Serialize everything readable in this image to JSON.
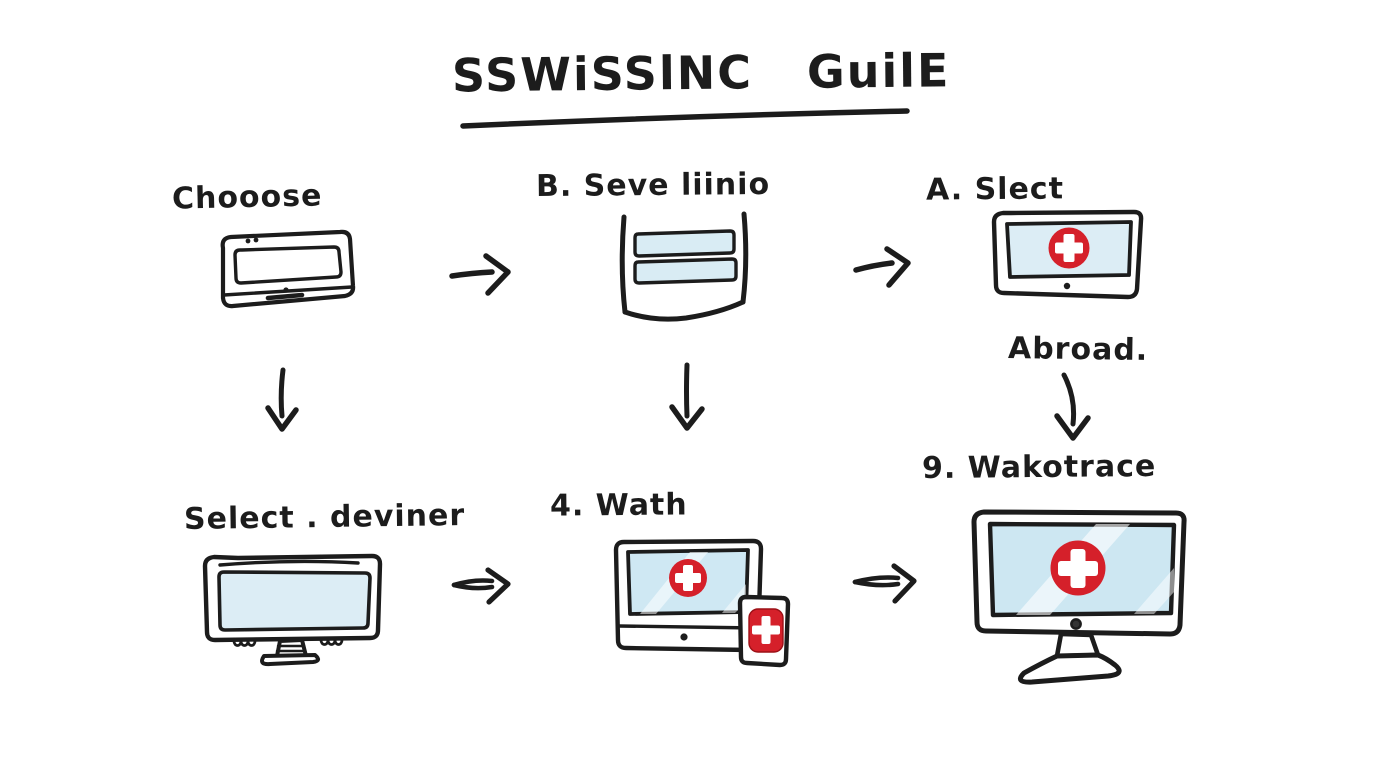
{
  "title": "SSWiSSlNC   GuilE",
  "steps": [
    {
      "label": "Chooose",
      "icon": "set-top-box-drawing"
    },
    {
      "label": "B. Seve liinio",
      "icon": "menu-list-drawing"
    },
    {
      "label": "A. Slect",
      "sublabel": "Abroad.",
      "icon": "tv-swiss-flag-drawing"
    },
    {
      "label": "Select . deviner",
      "icon": "desktop-monitor-drawing"
    },
    {
      "label": "4. Wath",
      "icon": "tv-with-device-swiss-flag-drawing"
    },
    {
      "label": "9. Wakotrace",
      "icon": "large-monitor-swiss-flag-drawing"
    }
  ],
  "colors": {
    "background": "#ffffff",
    "ink": "#1c1c1c",
    "screen_blue": "#d9ecf4",
    "swiss_red": "#d5202a",
    "cross_white": "#ffffff"
  }
}
